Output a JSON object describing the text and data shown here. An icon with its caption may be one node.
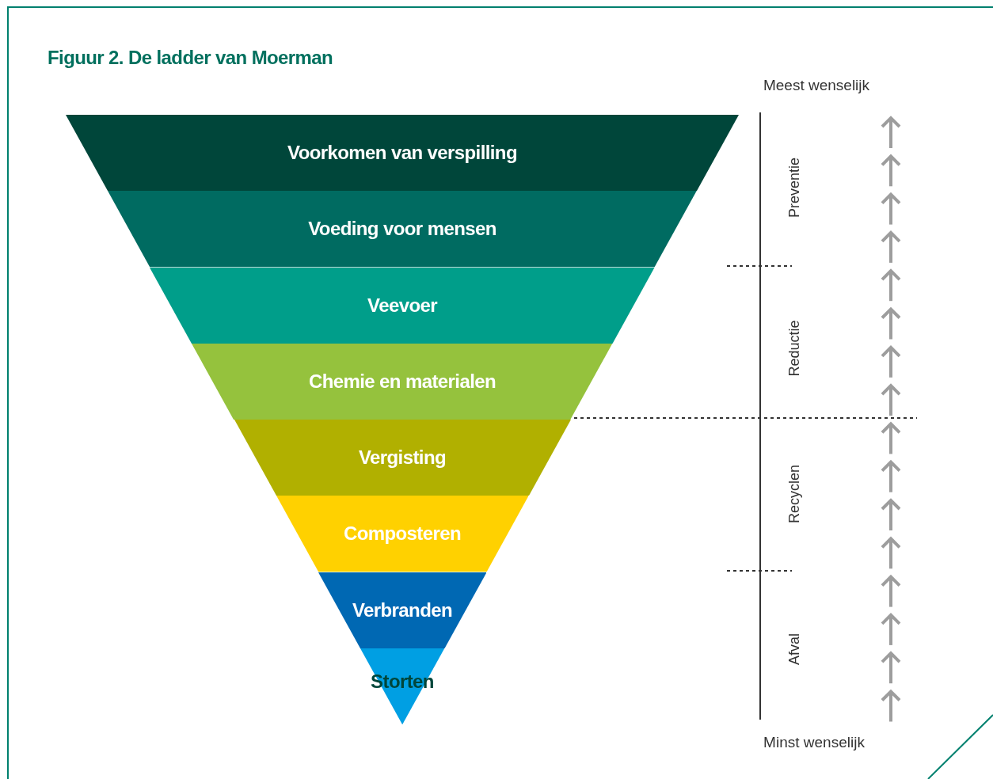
{
  "diagram": {
    "title": "Figuur 2. De ladder van Moerman",
    "nodes": [
      {
        "text": [
          "Voorkomen van verspilling"
        ]
      },
      {
        "text": [
          "Voeding voor mensen"
        ]
      },
      {
        "text": [
          "Veevoer"
        ]
      },
      {
        "text": [
          "Chemie en materialen"
        ]
      },
      {
        "text": [
          "Vergisting"
        ]
      },
      {
        "text": [
          "Composteren"
        ]
      },
      {
        "text": [
          "Verbranden"
        ]
      },
      {
        "text": [
          "Storten"
        ]
      }
    ],
    "labels": [
      "Meest wenselijk",
      "Preventie",
      "Reductie",
      "Recyclen",
      "Afval",
      "Minst wenselijk"
    ]
  }
}
